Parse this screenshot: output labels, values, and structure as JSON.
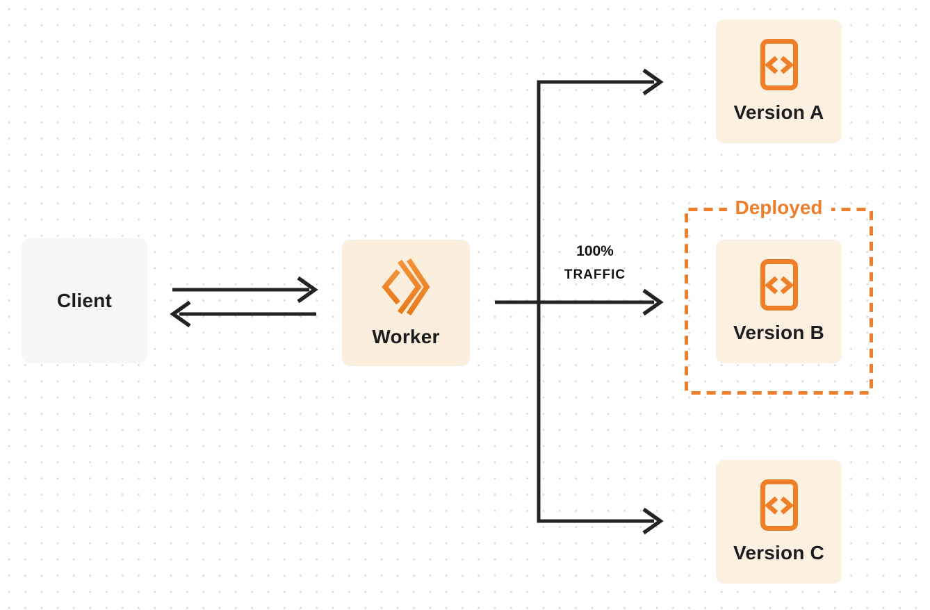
{
  "nodes": {
    "client": {
      "label": "Client",
      "fill": "#F7F7F8"
    },
    "worker": {
      "label": "Worker",
      "fill": "#FBEEDC",
      "icon": "cloudflare-workers-logo-icon"
    },
    "version_a": {
      "label": "Version A",
      "fill": "#FCF0E1",
      "icon": "code-file-icon"
    },
    "version_b": {
      "label": "Version B",
      "fill": "#FCF0E1",
      "icon": "code-file-icon"
    },
    "version_c": {
      "label": "Version C",
      "fill": "#FCF0E1",
      "icon": "code-file-icon"
    }
  },
  "annotations": {
    "deployed": {
      "label": "Deployed"
    },
    "traffic": {
      "line1": "100%",
      "line2": "TRAFFIC"
    }
  },
  "edges": [
    {
      "from": "client",
      "to": "worker",
      "style": "double-arrow"
    },
    {
      "from": "worker",
      "to": "version_a",
      "style": "arrow"
    },
    {
      "from": "worker",
      "to": "version_b",
      "style": "arrow",
      "label": "100% TRAFFIC"
    },
    {
      "from": "worker",
      "to": "version_c",
      "style": "arrow"
    }
  ],
  "colors": {
    "orange_accent": "#EE7F26",
    "orange_dashed": "#ED7E2B",
    "node_fill_orange": "#FCF0E1",
    "worker_fill": "#FBEEDC",
    "client_fill": "#F7F7F8",
    "arrow": "#232323",
    "text_dark": "#1D1D1F",
    "dot_grid": "#DBDBDB"
  }
}
